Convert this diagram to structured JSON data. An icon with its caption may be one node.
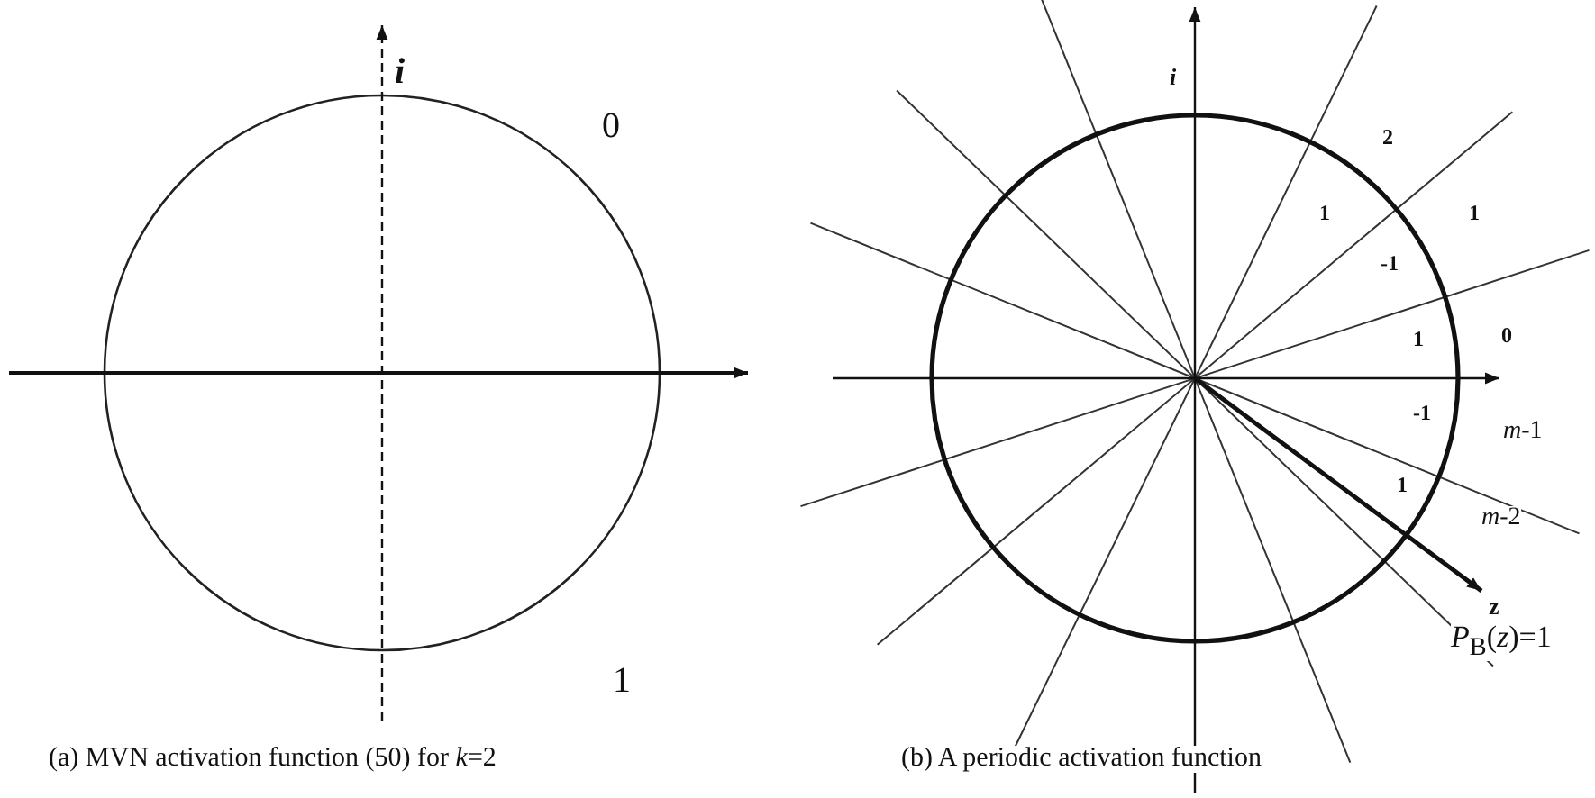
{
  "diagram": {
    "labels": [
      "*i*",
      "0",
      "1",
      "(a) MVN activation function (50) for *k*=2",
      "*i*",
      "2",
      "1",
      "1",
      "-1",
      "1",
      "0",
      "-1",
      "*m*-1",
      "1",
      "*m*-2",
      "z",
      "*P*$_{B}$(*z*)=1",
      "(b) A periodic activation function"
    ]
  }
}
